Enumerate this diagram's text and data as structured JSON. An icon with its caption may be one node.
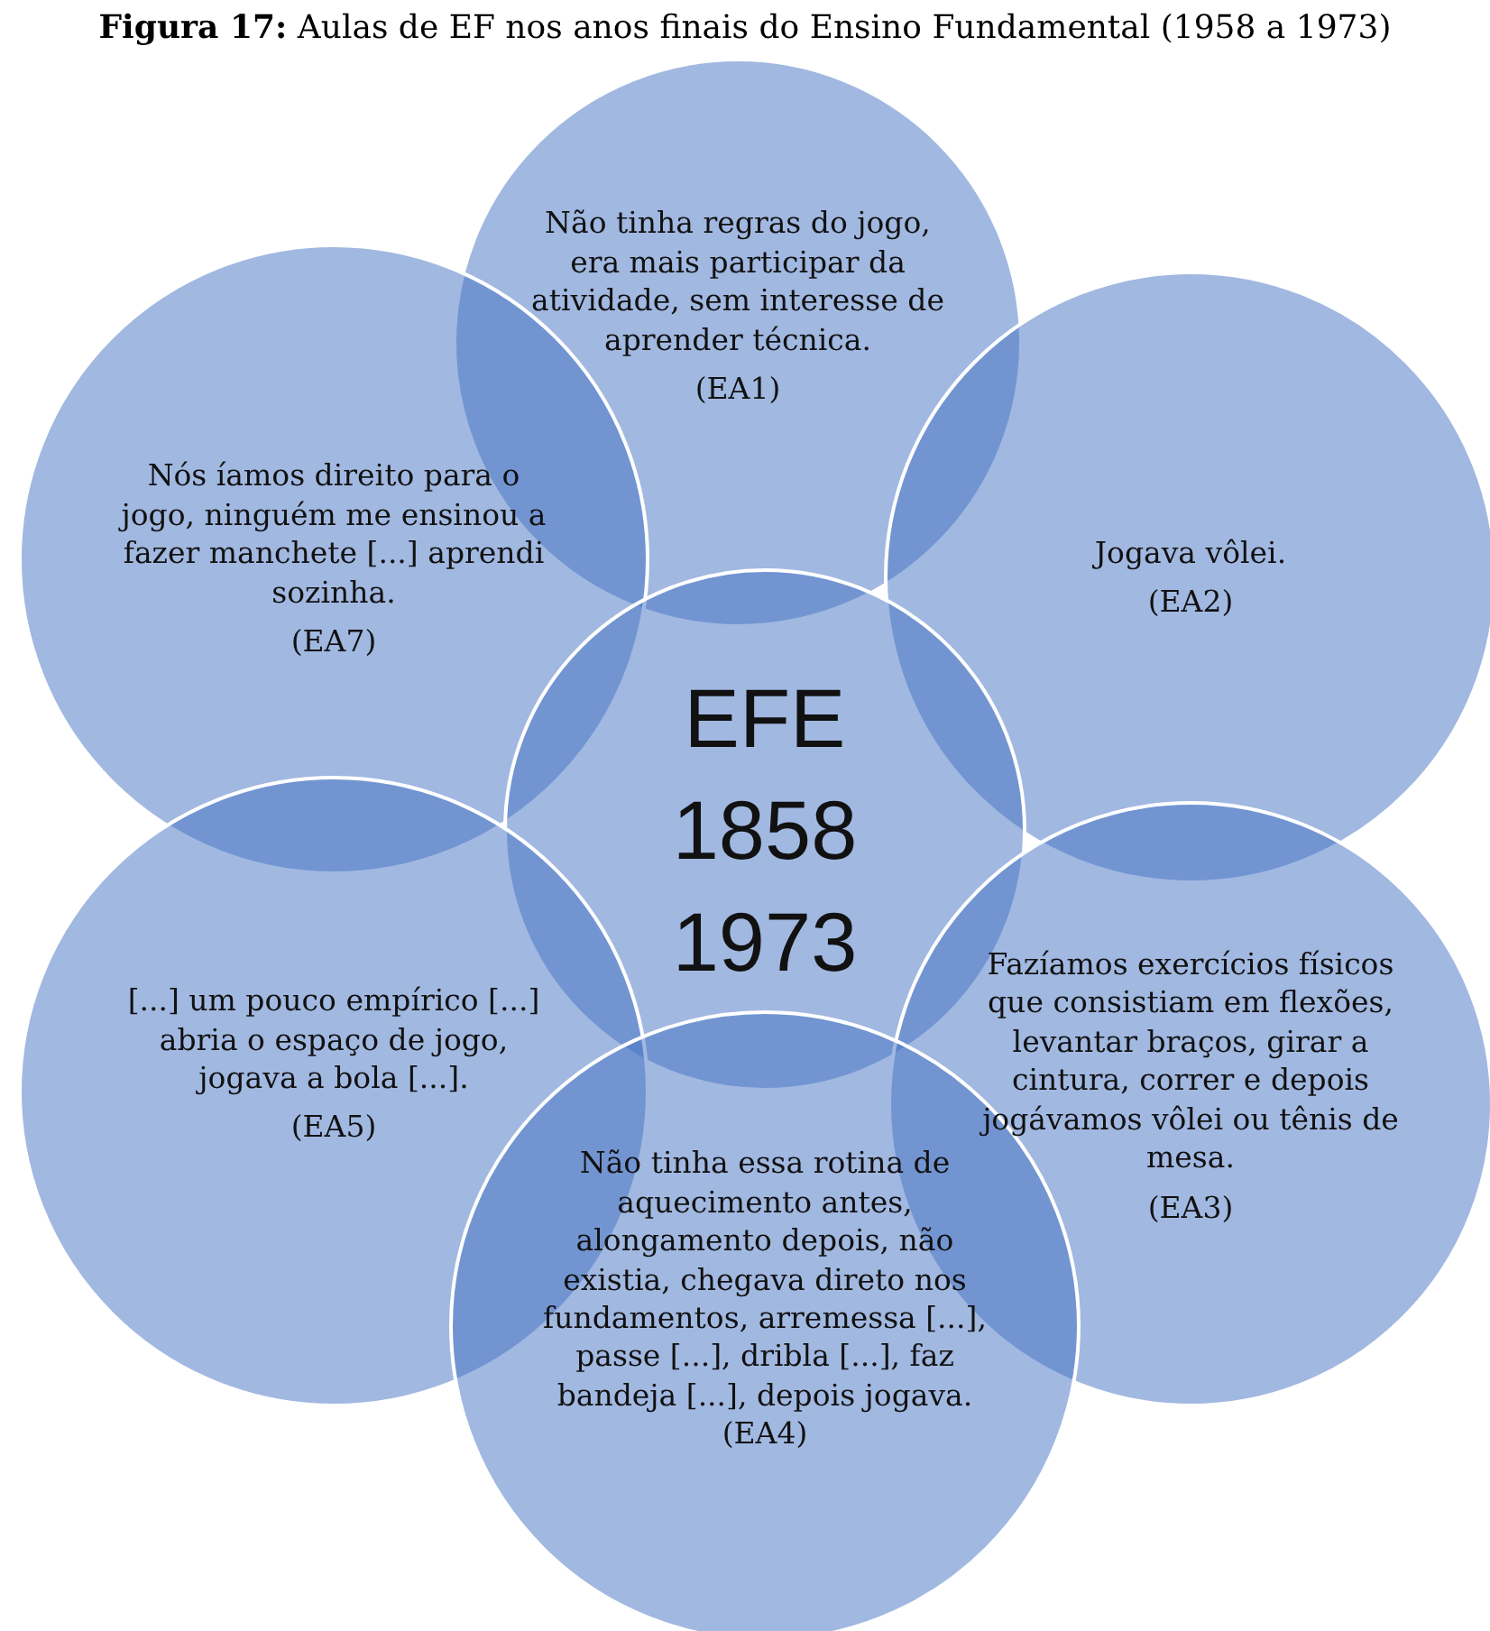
{
  "diagram": {
    "title": "**Figura 17:** Aulas de EF nos anos finais do Ensino Fundamental (1958 a 1973)",
    "nodes": [
      {
        "text": [
          "Não tinha regras do jogo, era mais participar da atividade, sem interesse de aprender técnica.",
          "(EA1)"
        ]
      },
      {
        "text": [
          "Nós íamos direito para o jogo, ninguém me ensinou a fazer manchete [...] aprendi sozinha.",
          "(EA7)"
        ]
      },
      {
        "text": [
          "Jogava vôlei.",
          "(EA2)"
        ]
      },
      {
        "text": [
          "EFE 1858 1973"
        ]
      },
      {
        "text": [
          "[...] um pouco empírico [...] abria o espaço de jogo, jogava a bola [...].",
          "(EA5)"
        ]
      },
      {
        "text": [
          "Fazíamos exercícios físicos que consistiam em flexões, levantar braços, girar a cintura, correr e depois jogávamos vôlei ou tênis de mesa.",
          "(EA3)"
        ]
      },
      {
        "text": [
          "Não tinha essa rotina de aquecimento antes, alongamento depois, não existia, chegava direto nos fundamentos, arremessa [...], passe [...], dribla [...], faz bandeja [...], depois jogava. (EA4)"
        ]
      }
    ],
    "edges": []
  }
}
